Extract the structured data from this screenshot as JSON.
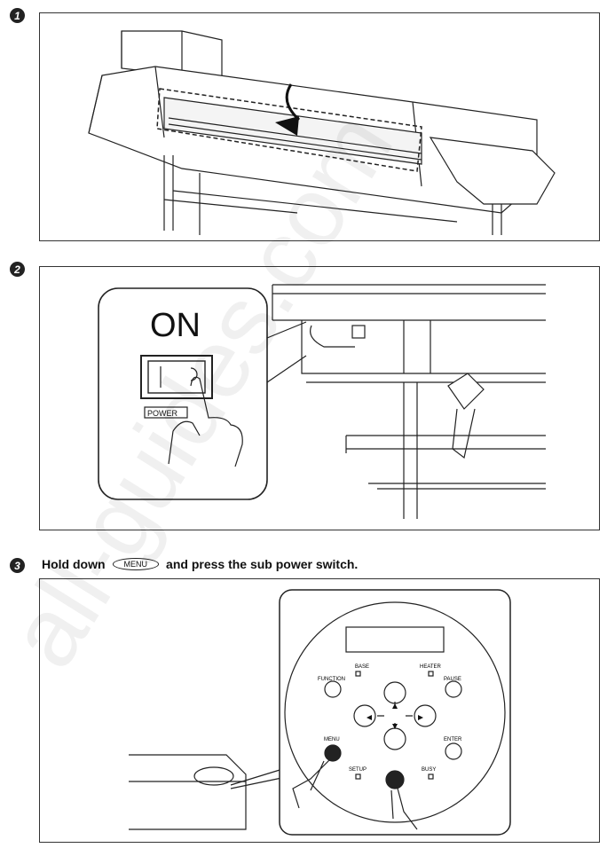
{
  "steps": [
    {
      "num": "1"
    },
    {
      "num": "2",
      "on_label": "ON",
      "power_label": "POWER"
    },
    {
      "num": "3",
      "instruction_prefix": "Hold down",
      "menu_key": "MENU",
      "instruction_suffix": "and press the sub power switch.",
      "panel_labels": {
        "base": "BASE",
        "heater": "HEATER",
        "function": "FUNCTION",
        "pause": "PAUSE",
        "menu": "MENU",
        "enter": "ENTER",
        "setup": "SETUP",
        "busy": "BUSY"
      }
    }
  ],
  "watermark": "all-guides.com"
}
